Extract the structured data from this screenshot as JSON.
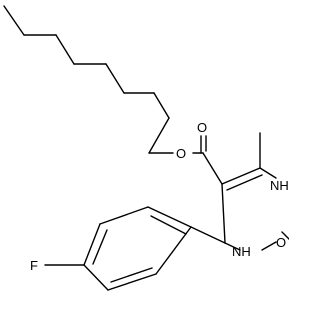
{
  "molecule": {
    "atoms": {
      "ester_oxygen": "O",
      "carbonyl_oxygen": "O",
      "nh_top": "NH",
      "nh_bottom": "NH",
      "keto_oxygen": "O",
      "fluorine": "F"
    }
  }
}
